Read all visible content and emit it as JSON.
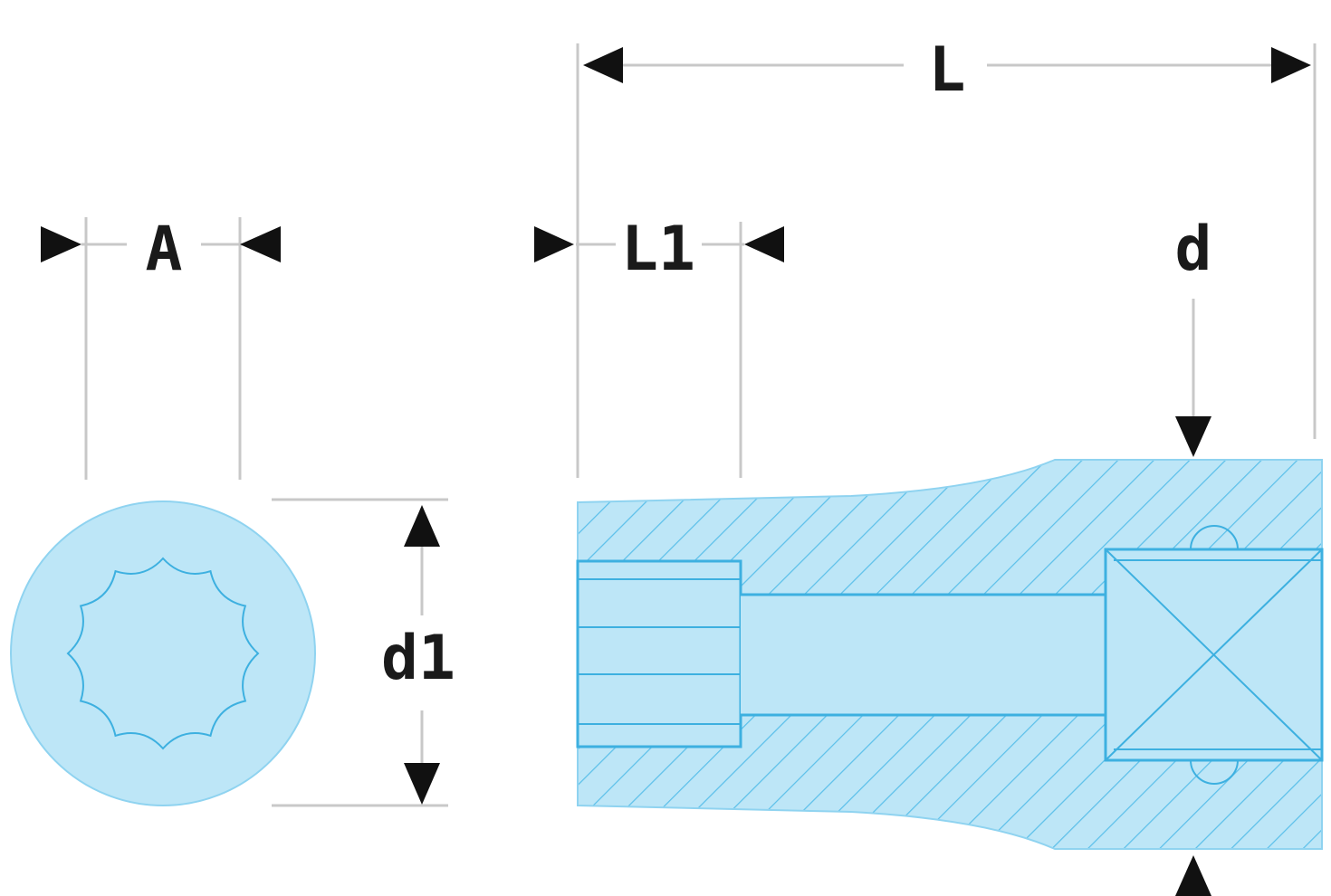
{
  "labels": {
    "length": "L",
    "socket_depth": "L1",
    "across_flats": "A",
    "drive_diameter": "d",
    "head_diameter": "d1"
  },
  "colors": {
    "part_fill": "#bde6f7",
    "part_edge": "#3db0e0",
    "dimension_line": "#c8c8c8",
    "arrow": "#111111",
    "text": "#1a1a1a"
  }
}
